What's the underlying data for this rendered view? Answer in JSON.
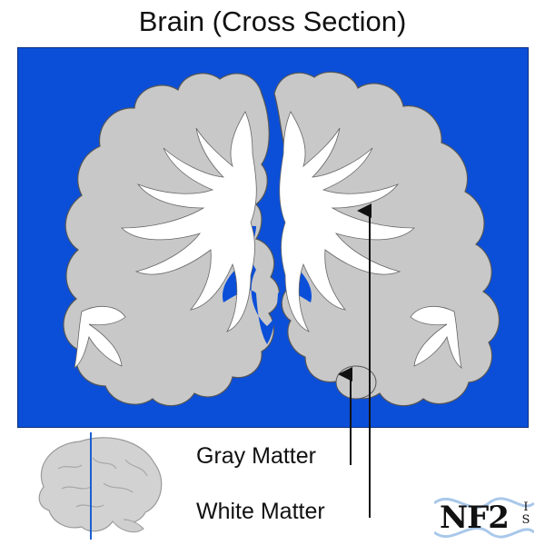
{
  "title": "Brain (Cross Section)",
  "labels": {
    "gray_matter": "Gray Matter",
    "white_matter": "White Matter"
  },
  "logo": {
    "main": "NF2",
    "side_top": "I",
    "side_bottom": "S"
  },
  "colors": {
    "background_panel": "#0b4fd9",
    "gray_matter": "#c8c8c8",
    "white_matter": "#ffffff",
    "outline": "#555555"
  }
}
